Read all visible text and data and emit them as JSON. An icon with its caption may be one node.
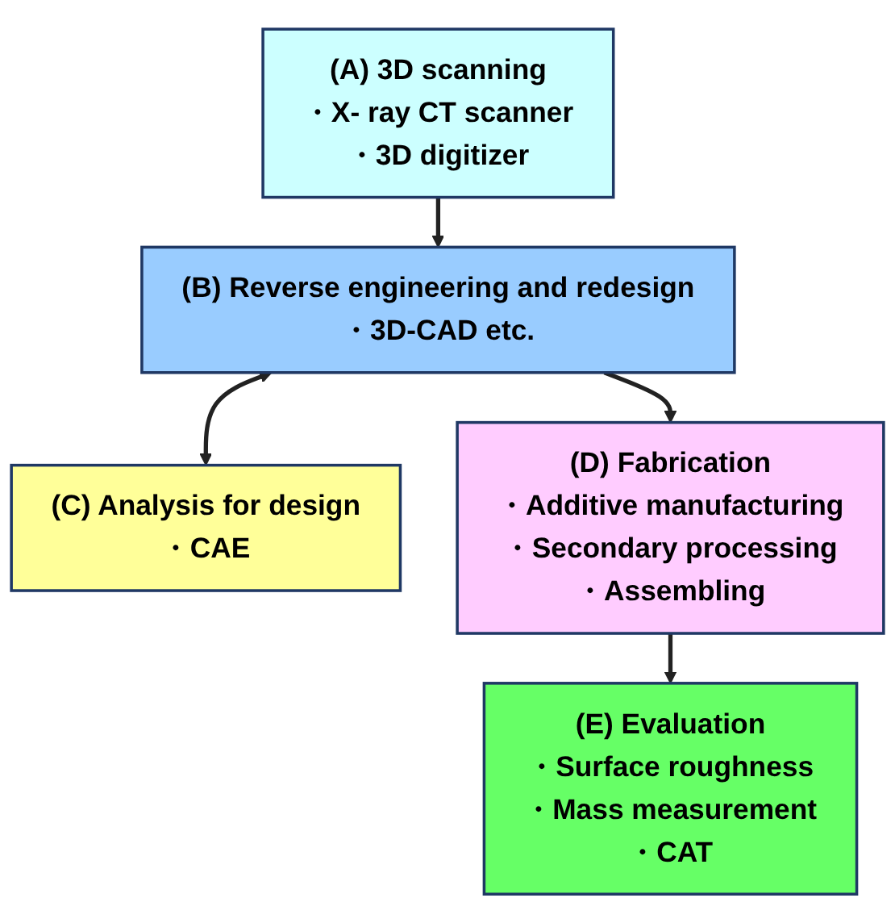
{
  "diagram": {
    "nodes": [
      {
        "text": [
          "(A) 3D scanning",
          "・X- ray CT scanner",
          "・3D digitizer"
        ]
      },
      {
        "text": [
          "(B) Reverse engineering and redesign",
          "・3D-CAD etc."
        ]
      },
      {
        "text": [
          "(C) Analysis for design",
          "・CAE"
        ]
      },
      {
        "text": [
          "(D) Fabrication",
          "・Additive manufacturing",
          "・Secondary processing",
          "・Assembling"
        ]
      },
      {
        "text": [
          "(E) Evaluation",
          "・Surface roughness",
          "・Mass measurement",
          "・CAT"
        ]
      }
    ],
    "edges": [
      {
        "from": 0,
        "to": 1,
        "arrow": "to"
      },
      {
        "from": 1,
        "to": 2,
        "arrow": "both"
      },
      {
        "from": 1,
        "to": 3,
        "arrow": "to"
      },
      {
        "from": 3,
        "to": 4,
        "arrow": "to"
      }
    ]
  }
}
